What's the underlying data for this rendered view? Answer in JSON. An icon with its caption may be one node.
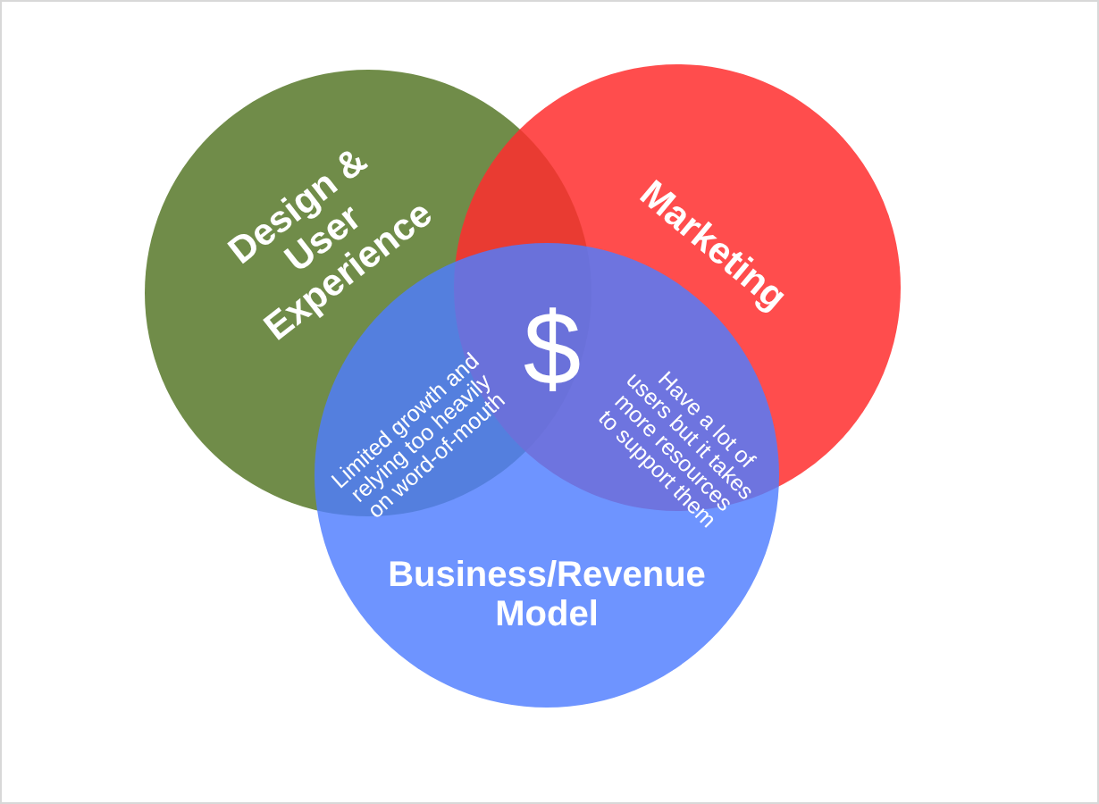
{
  "diagram": {
    "nodes": [
      {
        "text": [
          "Design & User Experience"
        ]
      },
      {
        "text": [
          "Marketing"
        ]
      },
      {
        "text": [
          "Business/Revenue Model"
        ]
      }
    ],
    "edges": [],
    "labels": [
      "$",
      "Limited growth and relying too heavily on word-of-mouth",
      "Have a lot of users but it takes more resources to support them"
    ]
  }
}
